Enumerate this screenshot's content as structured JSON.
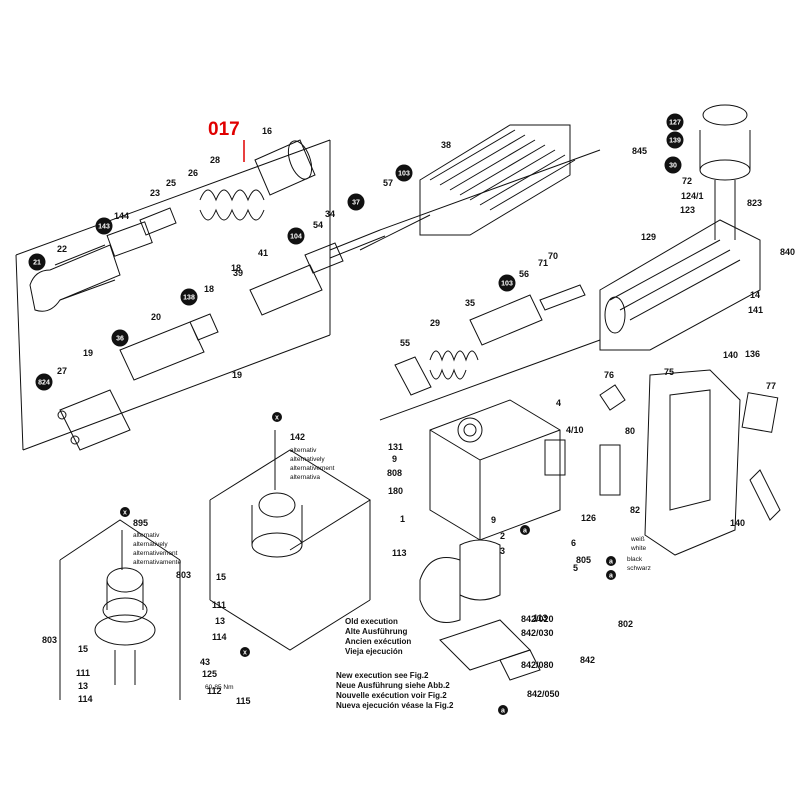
{
  "highlight": {
    "label": "017",
    "color": "#e00000"
  },
  "badges": [
    "21",
    "143",
    "138",
    "36",
    "824",
    "104",
    "37",
    "103",
    "103",
    "127",
    "139",
    "30"
  ],
  "labels": [
    "16",
    "28",
    "26",
    "25",
    "23",
    "144",
    "22",
    "34",
    "54",
    "57",
    "38",
    "18",
    "39",
    "18",
    "41",
    "20",
    "19",
    "27",
    "19",
    "56",
    "71",
    "70",
    "35",
    "29",
    "55",
    "72",
    "124/1",
    "123",
    "823",
    "129",
    "840",
    "14",
    "141",
    "845",
    "142",
    "alternativ",
    "alternatively",
    "alternativement",
    "alternativa",
    "803",
    "15",
    "111",
    "13",
    "114",
    "43",
    "125",
    "112",
    "60-85 Nm",
    "115",
    "895",
    "alternativ",
    "alternatively",
    "alternativement",
    "alternativamente",
    "803",
    "15",
    "111",
    "13",
    "114",
    "131",
    "9",
    "808",
    "180",
    "1",
    "9",
    "4",
    "4/10",
    "80",
    "126",
    "6",
    "805",
    "5",
    "2",
    "3",
    "76",
    "75",
    "136",
    "140",
    "77",
    "82",
    "weiß",
    "white",
    "black",
    "schwarz",
    "140",
    "113",
    "113",
    "802",
    "842/020",
    "842/030",
    "842/080",
    "842",
    "842/050"
  ],
  "notes": {
    "old": [
      "Old execution",
      "Alte Ausführung",
      "Ancien exécution",
      "Vieja ejecución"
    ],
    "new": [
      "New execution see Fig.2",
      "Neue Ausführung siehe Abb.2",
      "Nouvelle exécution voir Fig.2",
      "Nueva ejecución véase la Fig.2"
    ]
  },
  "markers": [
    "x",
    "x",
    "x",
    "a",
    "a",
    "a",
    "a"
  ]
}
